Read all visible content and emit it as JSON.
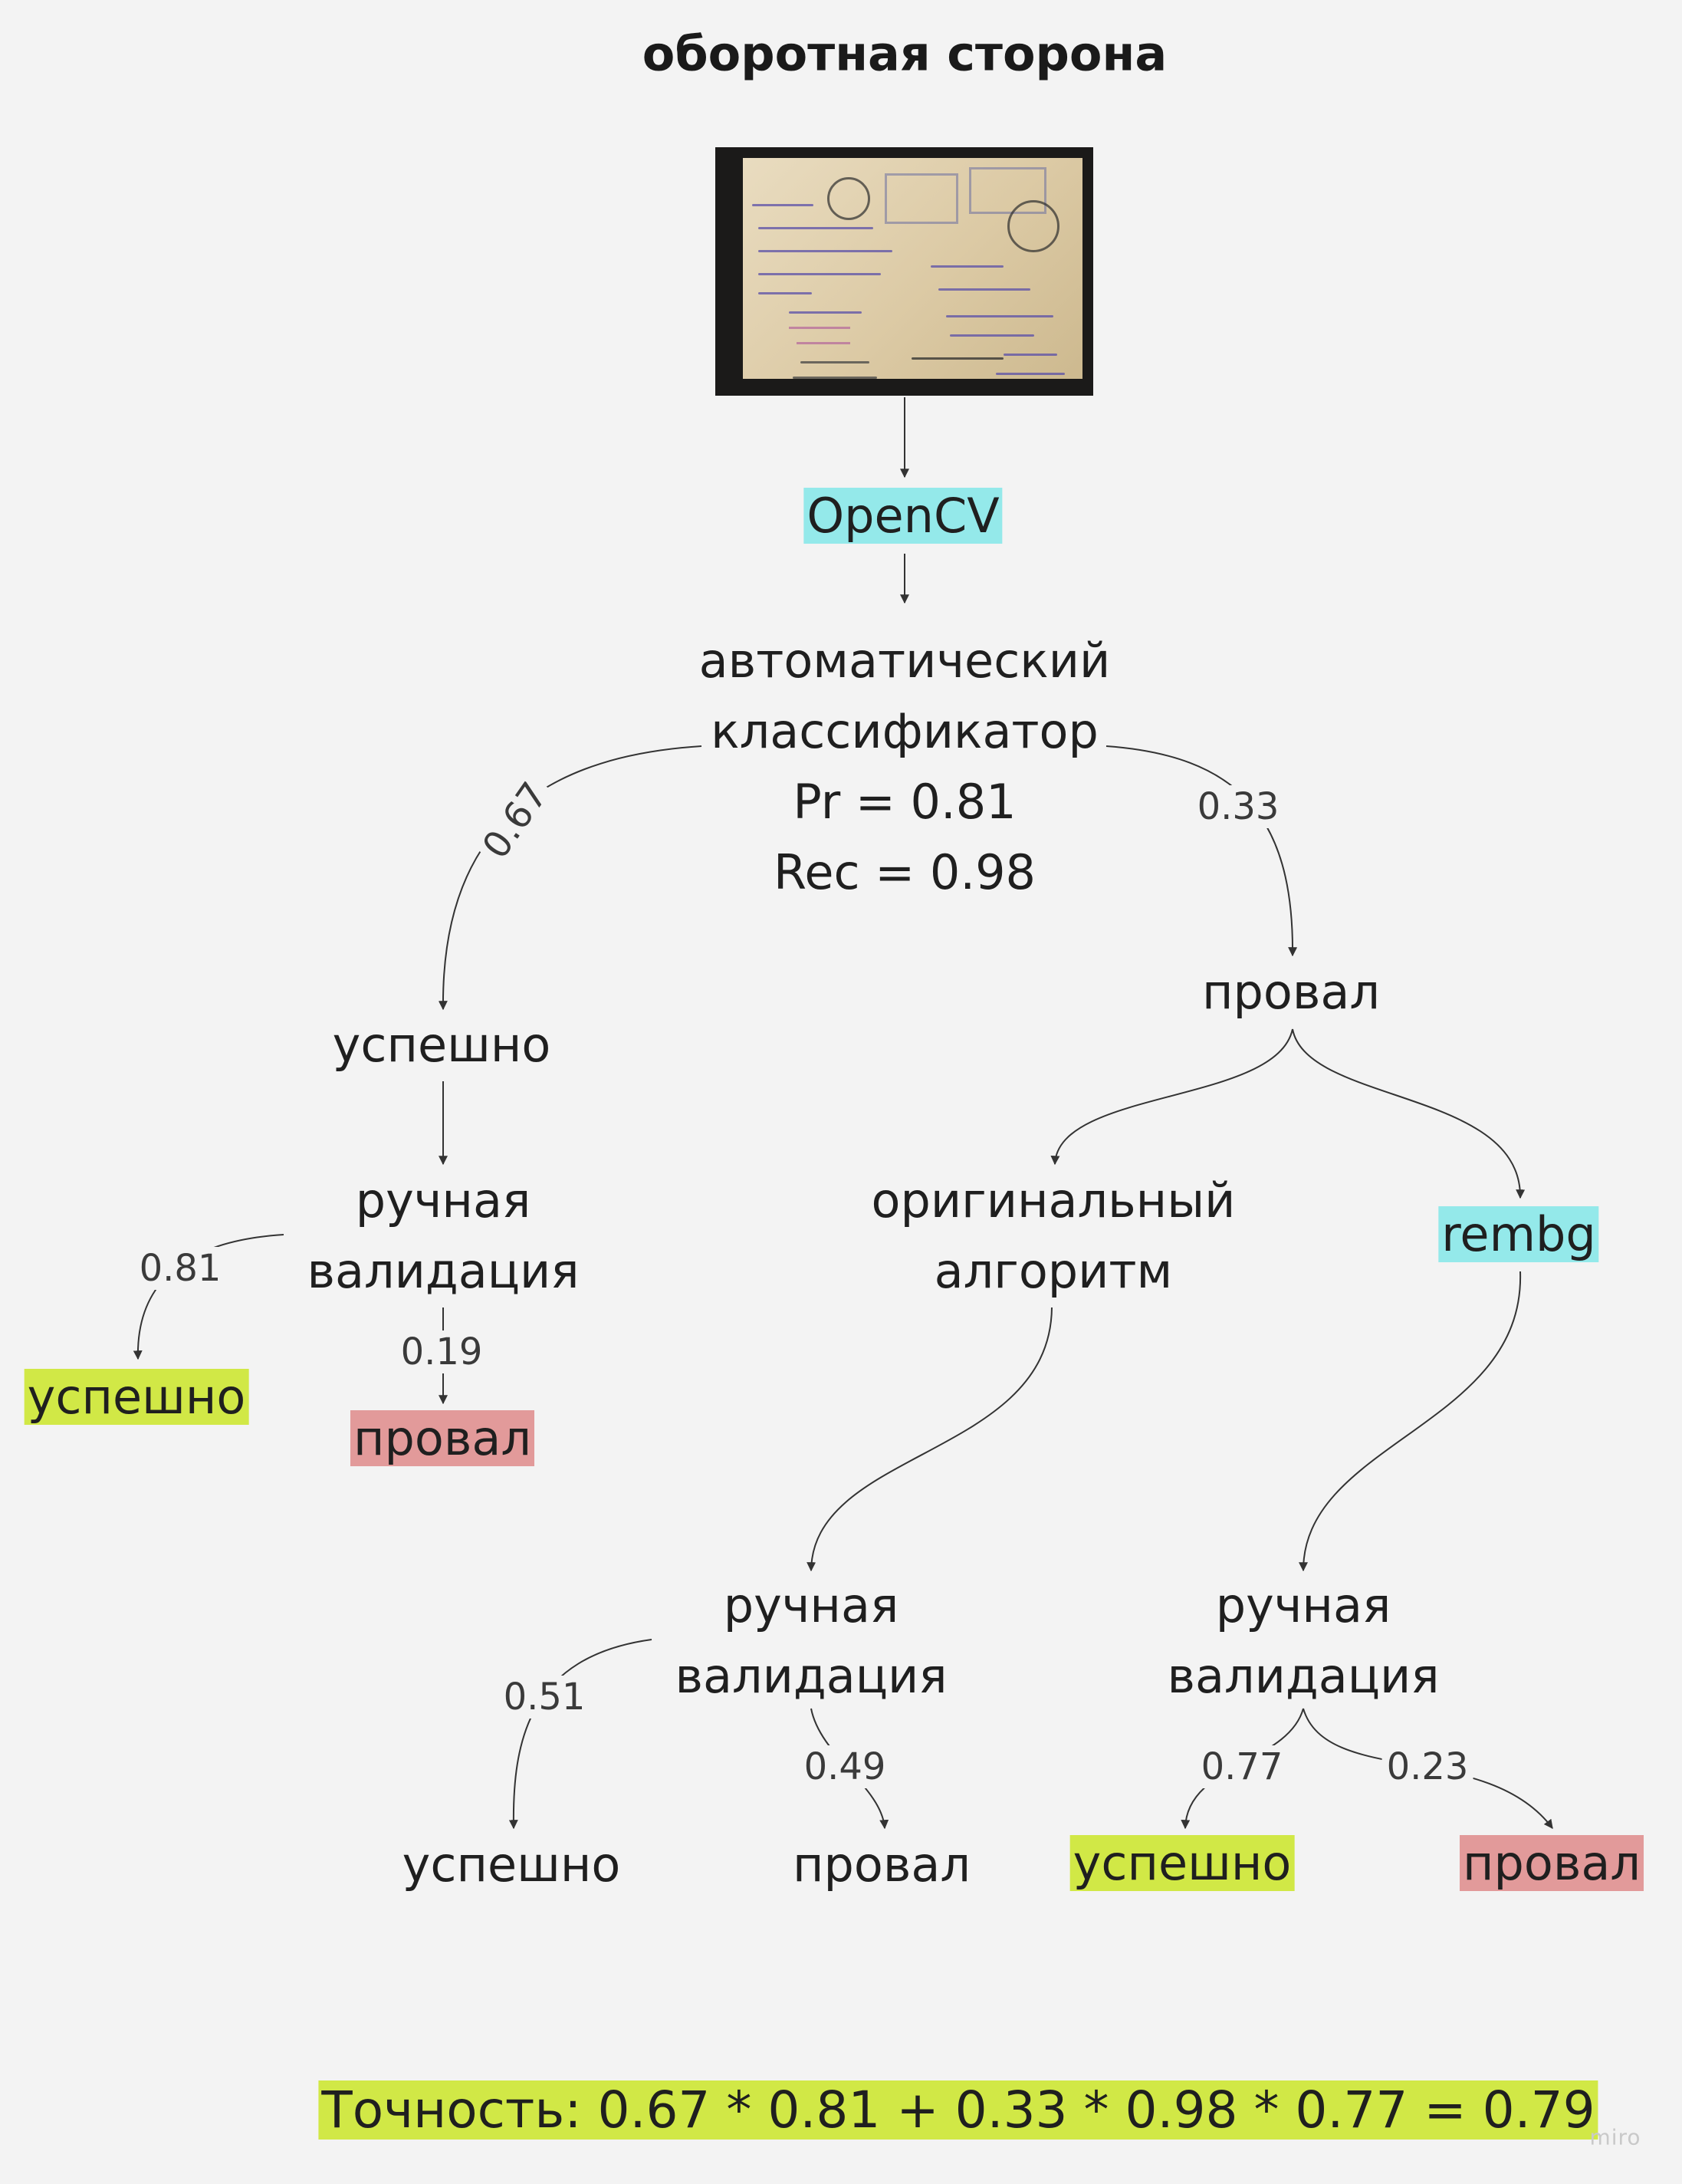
{
  "title": "оборотная сторона",
  "image": {
    "description_icon": "postcard-back-photo"
  },
  "nodes": {
    "opencv": "OpenCV",
    "classifier_line1": "автоматический",
    "classifier_line2": "классификатор",
    "classifier_pr": "Pr = 0.81",
    "classifier_rec": "Rec = 0.98",
    "success_left": "успешно",
    "fail_right": "провал",
    "manual_val_left_1": "ручная",
    "manual_val_left_2": "валидация",
    "success_left_final": "успешно",
    "fail_left_final": "провал",
    "original_alg_1": "оригинальный",
    "original_alg_2": "алгоритм",
    "rembg": "rembg",
    "manual_val_mid_1": "ручная",
    "manual_val_mid_2": "валидация",
    "manual_val_right_1": "ручная",
    "manual_val_right_2": "валидация",
    "success_mid_final": "успешно",
    "fail_mid_final": "провал",
    "success_right_final": "успешно",
    "fail_right_final": "провал"
  },
  "probabilities": {
    "p_067": "0.67",
    "p_033": "0.33",
    "p_081": "0.81",
    "p_019": "0.19",
    "p_051": "0.51",
    "p_049": "0.49",
    "p_077": "0.77",
    "p_023": "0.23"
  },
  "formula": "Точность: 0.67 * 0.81 + 0.33 * 0.98 * 0.77 = 0.79",
  "watermark": "miro",
  "colors": {
    "background": "#f3f3f3",
    "highlight_cyan": "#94e9ea",
    "highlight_lime": "#d1e846",
    "highlight_red": "#e29a9a",
    "line": "#333333"
  }
}
